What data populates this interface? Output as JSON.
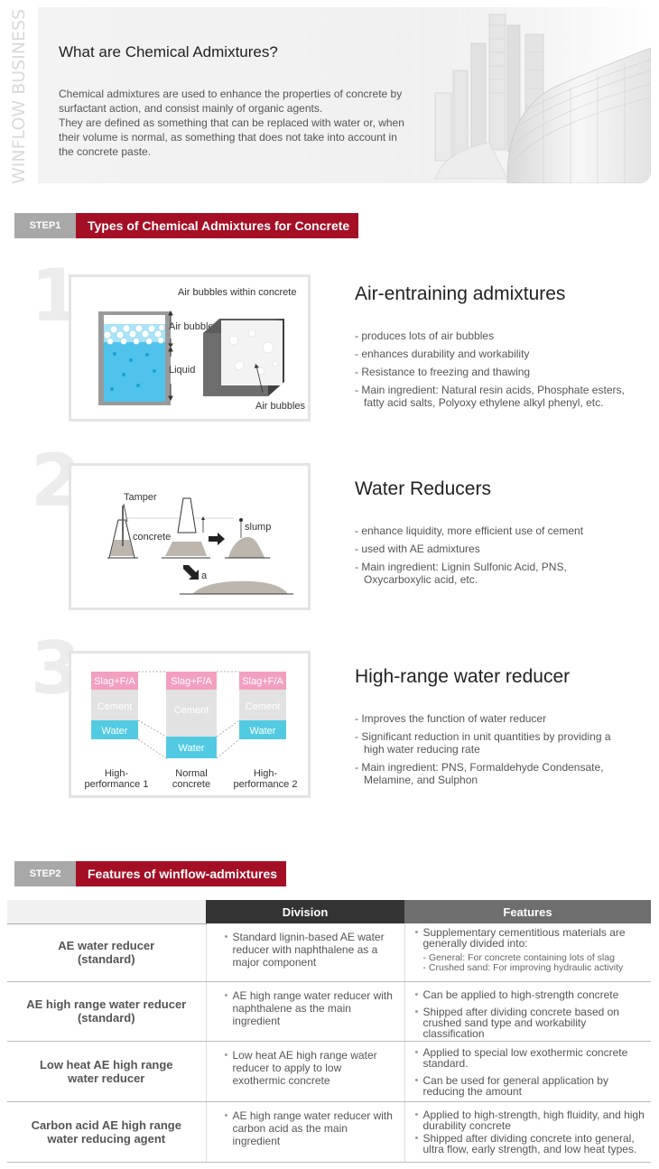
{
  "brand_vertical": "WINFLOW BUSINESS",
  "hero": {
    "title": "What are Chemical Admixtures?",
    "paragraphs": [
      "Chemical admixtures are used to enhance the properties of concrete by surfactant action, and consist mainly of organic agents.",
      "They are defined as something that can be replaced with water or, when their volume is normal, as something that does not take into account in the concrete paste."
    ]
  },
  "step1": {
    "label": "STEP1",
    "title": "Types of Chemical Admixtures for Concrete"
  },
  "admixtures": [
    {
      "number": "1",
      "title": "Air-entraining admixtures",
      "bullets": [
        "- produces lots of air bubbles",
        "- enhances durability and workability",
        "- Resistance to freezing and thawing",
        "- Main ingredient: Natural resin acids, Phosphate esters, fatty acid salts, Polyoxy ethylene alkyl phenyl, etc."
      ],
      "illustration": {
        "caption": "Air bubbles within concrete",
        "label_air": "Air bubbles",
        "label_liquid": "Liquid",
        "label_cube": "Air bubbles"
      }
    },
    {
      "number": "2",
      "title": "Water Reducers",
      "bullets": [
        "- enhance liquidity, more efficient use of cement",
        "- used with AE admixtures",
        "- Main ingredient: Lignin Sulfonic Acid, PNS, Oxycarboxylic acid, etc."
      ],
      "illustration": {
        "label_tamper": "Tamper",
        "label_concrete": "concrete",
        "label_slump": "slump",
        "label_a": "a"
      }
    },
    {
      "number": "3",
      "title": "High-range water reducer",
      "bullets": [
        "- Improves the function of water reducer",
        "- Significant reduction in unit quantities by providing a high water reducing rate",
        "- Main ingredient: PNS, Formaldehyde Condensate, Melamine, and Sulphon"
      ],
      "illustration": {
        "slag": "Slag+F/A",
        "cement": "Cement",
        "water": "Water",
        "col1": [
          "High-",
          "performance 1"
        ],
        "col2": [
          "Normal",
          "concrete"
        ],
        "col3": [
          "High-",
          "performance 2"
        ]
      }
    }
  ],
  "step2": {
    "label": "STEP2",
    "title": "Features of winflow-admixtures"
  },
  "table": {
    "headers": [
      "",
      "Division",
      "Features"
    ],
    "rows": [
      {
        "name": [
          "AE water reducer",
          "(standard)"
        ],
        "division": "Standard lignin-based AE water reducer with naphthalene as a major component",
        "features": [
          "Supplementary cementitious materials are generally divided into:"
        ],
        "sub": [
          "- General: For concrete containing lots of slag",
          "- Crushed sand: For improving hydraulic activity"
        ]
      },
      {
        "name": [
          "AE high range water reducer",
          "(standard)"
        ],
        "division": "AE high range water reducer with naphthalene as the main ingredient",
        "features": [
          "Can be applied to high-strength concrete",
          "Shipped after dividing concrete based on crushed sand type and workability classification"
        ],
        "sub": []
      },
      {
        "name": [
          "Low heat AE high range",
          "water reducer"
        ],
        "division": "Low heat AE high range water reducer to apply to low exothermic concrete",
        "features": [
          "Applied to special low exothermic concrete standard.",
          "Can be used for general application by reducing the amount"
        ],
        "sub": []
      },
      {
        "name": [
          "Carbon acid AE high range",
          "water reducing agent"
        ],
        "division": "AE high range water reducer with carbon acid as the main ingredient",
        "features": [
          "Applied to high-strength, high fluidity, and high durability concrete",
          "Shipped after dividing concrete into general, ultra flow, early strength, and low heat types."
        ],
        "sub": []
      }
    ]
  }
}
